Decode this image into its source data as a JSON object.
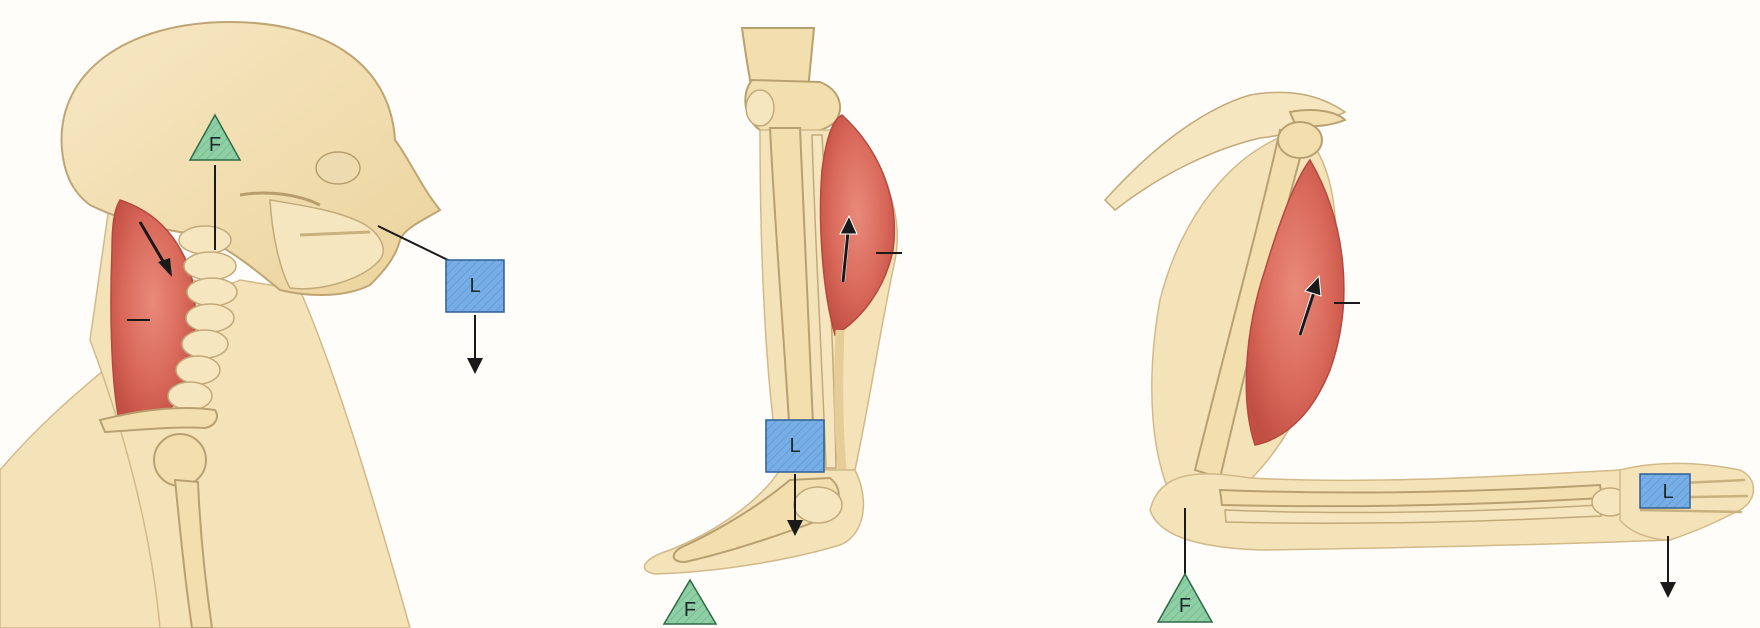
{
  "colors": {
    "fulcrum_fill": "#8fcfa5",
    "load_fill": "#78aee6",
    "muscle": "#d9695a",
    "bone": "#f3dfae",
    "background": "#fefdfa"
  },
  "panels": [
    {
      "id": "head-neck",
      "fulcrum": {
        "label": "F",
        "icon": "green-triangle"
      },
      "load": {
        "label": "L",
        "icon": "blue-square"
      }
    },
    {
      "id": "lower-leg-foot",
      "fulcrum": {
        "label": "F",
        "icon": "green-triangle"
      },
      "load": {
        "label": "L",
        "icon": "blue-square"
      }
    },
    {
      "id": "arm-forearm",
      "fulcrum": {
        "label": "F",
        "icon": "green-triangle"
      },
      "load": {
        "label": "L",
        "icon": "blue-square"
      }
    }
  ]
}
